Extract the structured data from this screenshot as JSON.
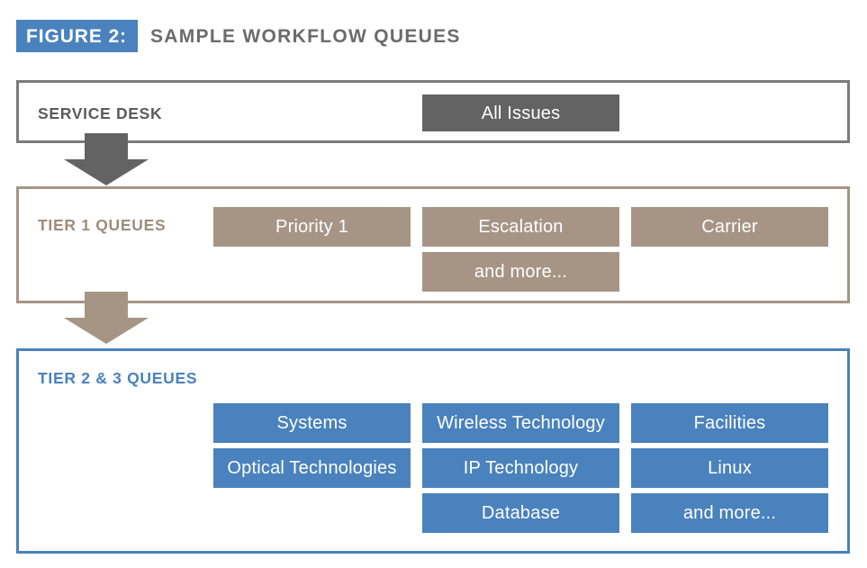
{
  "figure": {
    "badge": "FIGURE 2:",
    "title": "SAMPLE WORKFLOW QUEUES"
  },
  "colors": {
    "dark_gray": "#636363",
    "panel_gray_border": "#7b7b7b",
    "tan": "#a69585",
    "tan_border": "#a69585",
    "blue": "#4a82bd",
    "blue_border": "#4a82bd",
    "white": "#ffffff"
  },
  "sections": [
    {
      "id": "service-desk",
      "label": "SERVICE DESK",
      "chip_style": "chip-dark",
      "chips": [
        "All Issues"
      ]
    },
    {
      "id": "tier-1",
      "label": "TIER 1 QUEUES",
      "chip_style": "chip-tan",
      "grid": [
        [
          "Priority 1",
          "Escalation",
          "Carrier"
        ],
        [
          "",
          "and more...",
          ""
        ]
      ]
    },
    {
      "id": "tier-2-3",
      "label": "TIER 2 & 3 QUEUES",
      "chip_style": "chip-blue",
      "grid": [
        [
          "Systems",
          "Wireless Technology",
          "Facilities"
        ],
        [
          "Optical Technologies",
          "IP Technology",
          "Linux"
        ],
        [
          "",
          "Database",
          "and more..."
        ]
      ]
    }
  ],
  "arrows": [
    {
      "name": "service-desk-to-tier-1",
      "color": "#636363",
      "direction": "down"
    },
    {
      "name": "tier-1-to-tier-2-3",
      "color": "#a69585",
      "direction": "down"
    }
  ]
}
